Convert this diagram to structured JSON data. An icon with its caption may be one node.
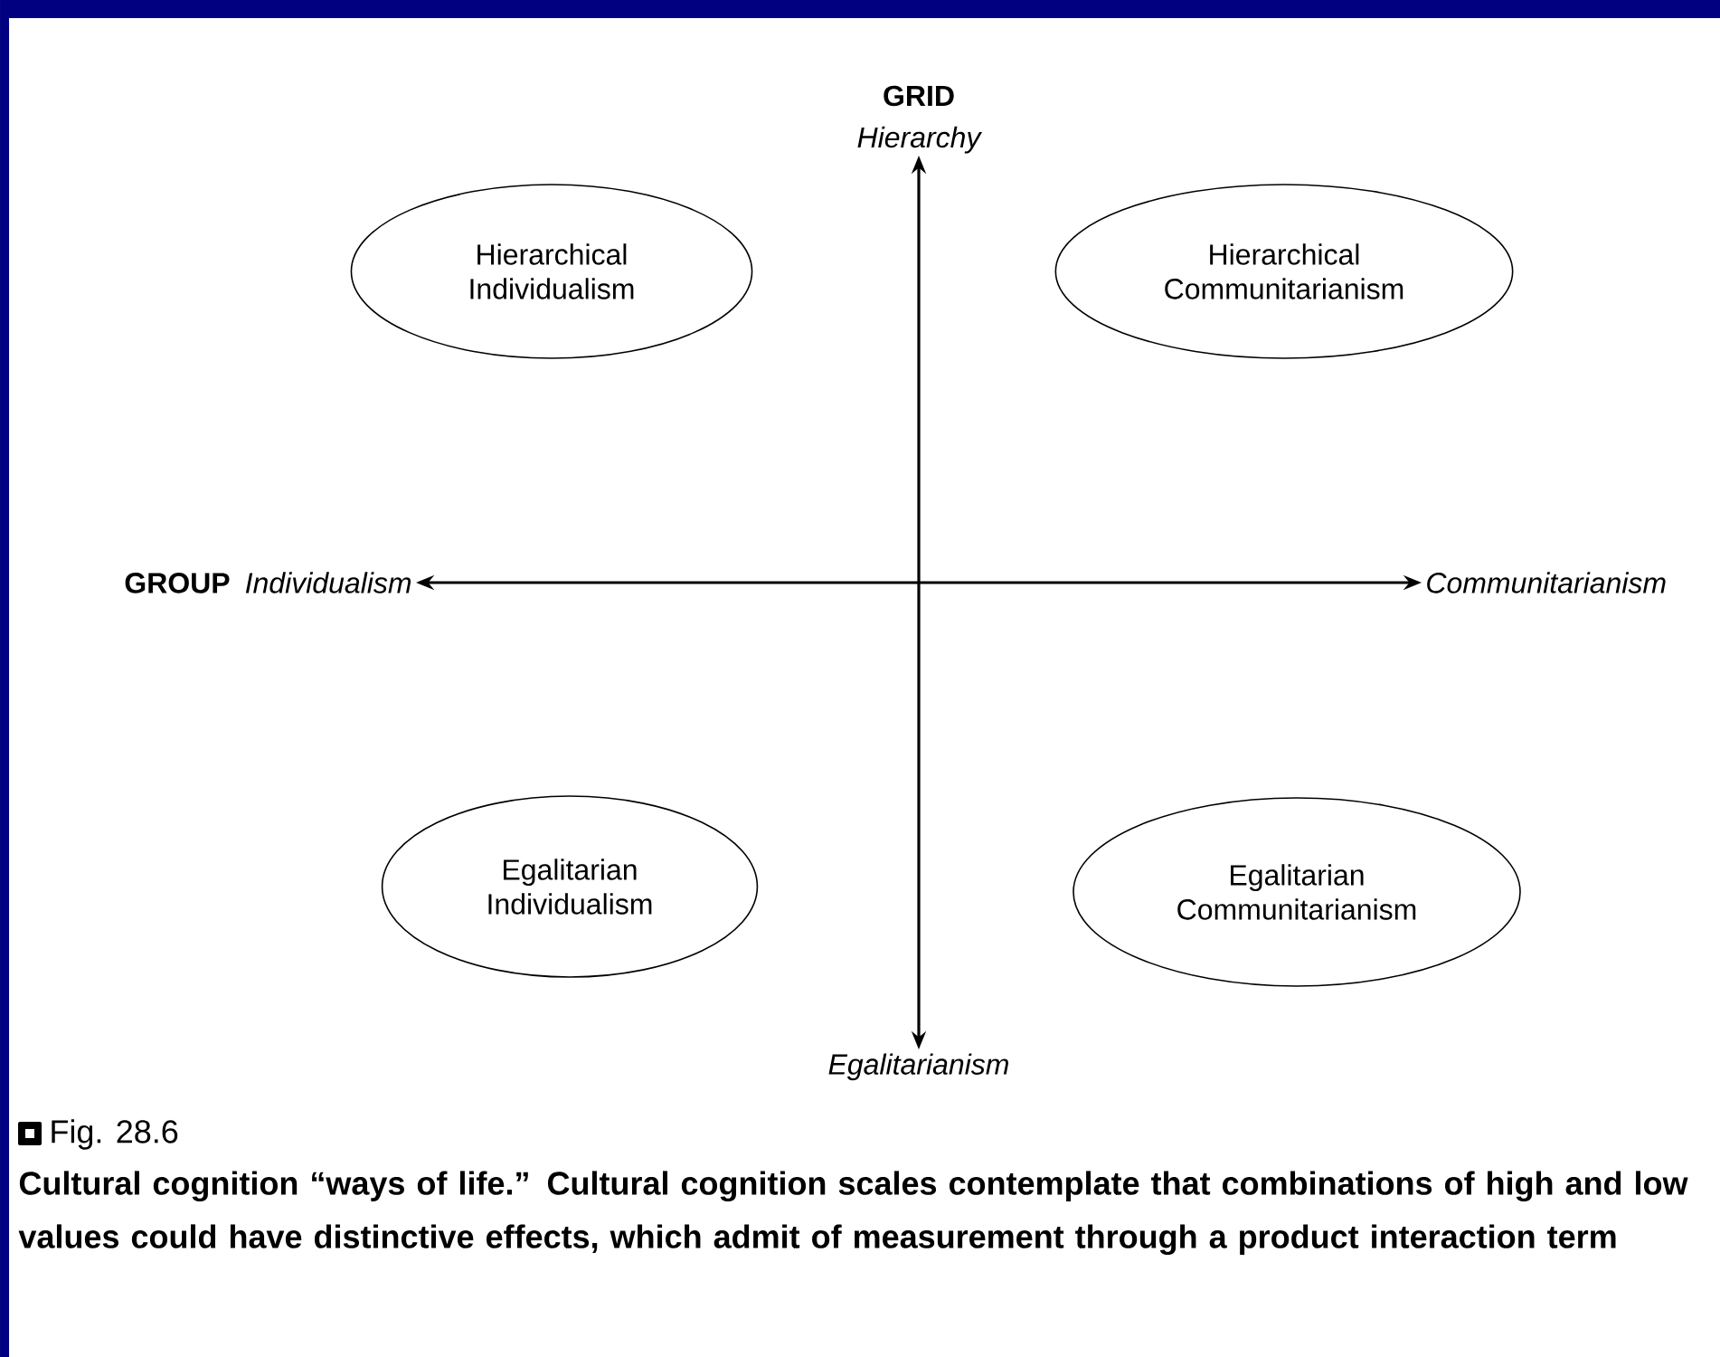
{
  "diagram": {
    "title": "Fig. 28.6",
    "caption": "Cultural cognition “ways of life.” Cultural cognition scales contemplate that combinations of high and low values could have distinctive effects, which admit of measurement through a product interaction term",
    "nodes": [
      {
        "text": [
          "GRID",
          "Hierarchy"
        ]
      },
      {
        "text": [
          "Hierarchical Individualism"
        ]
      },
      {
        "text": [
          "Hierarchical Communitarianism"
        ]
      },
      {
        "text": [
          "GROUP",
          "Individualism"
        ]
      },
      {
        "text": [
          "Communitarianism"
        ]
      },
      {
        "text": [
          "Egalitarian Individualism"
        ]
      },
      {
        "text": [
          "Egalitarian Communitarianism"
        ]
      },
      {
        "text": [
          "Egalitarianism"
        ]
      }
    ],
    "edges": [
      {
        "from": 0,
        "to": 7,
        "arrow": "both"
      },
      {
        "from": 3,
        "to": 4,
        "arrow": "both"
      }
    ]
  }
}
